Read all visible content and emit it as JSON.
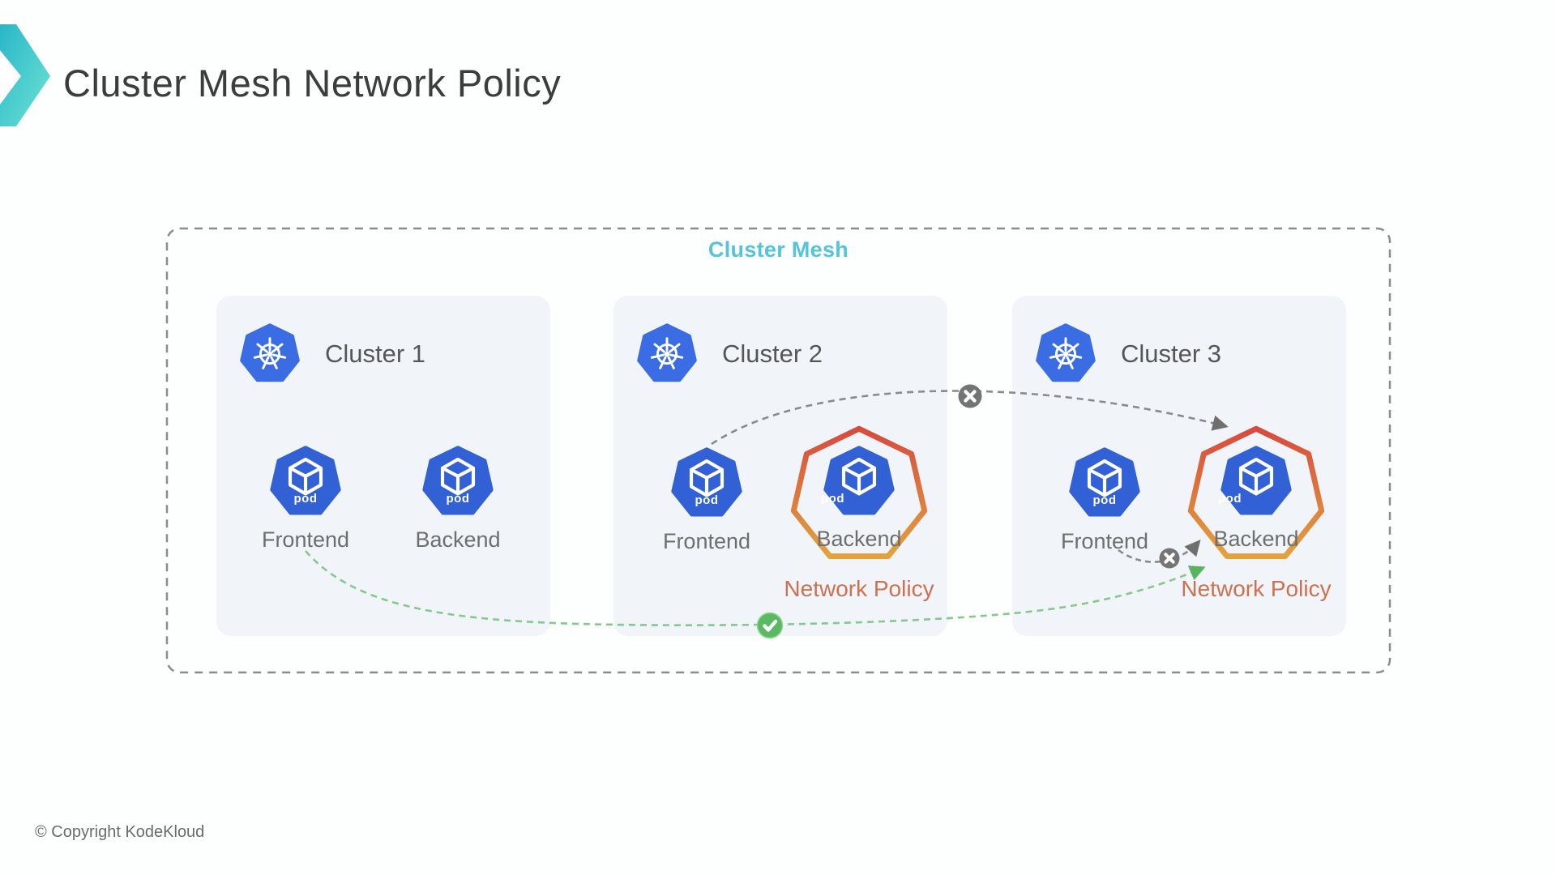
{
  "header": {
    "title": "Cluster Mesh Network Policy"
  },
  "mesh": {
    "label": "Cluster Mesh"
  },
  "pod_badge": "pod",
  "clusters": [
    {
      "name": "Cluster 1",
      "pods": [
        {
          "label": "Frontend"
        },
        {
          "label": "Backend"
        }
      ],
      "network_policy_label": ""
    },
    {
      "name": "Cluster 2",
      "pods": [
        {
          "label": "Frontend"
        },
        {
          "label": "Backend"
        }
      ],
      "network_policy_label": "Network Policy"
    },
    {
      "name": "Cluster 3",
      "pods": [
        {
          "label": "Frontend"
        },
        {
          "label": "Backend"
        }
      ],
      "network_policy_label": "Network Policy"
    }
  ],
  "connections": [
    {
      "from": "Cluster 2 Frontend",
      "to": "Cluster 3 Backend",
      "status": "blocked",
      "marker": "x-circle"
    },
    {
      "from": "Cluster 1 Frontend",
      "to": "Cluster 3 Backend",
      "status": "allowed",
      "marker": "check-circle"
    },
    {
      "from": "Cluster 3 Frontend",
      "to": "Cluster 3 Backend",
      "status": "blocked",
      "marker": "x-circle"
    }
  ],
  "footer": {
    "copyright": "© Copyright KodeKloud"
  },
  "colors": {
    "kubernetes_blue": "#3a6ce3",
    "pod_blue": "#3161d4",
    "card_background": "#f1f5f9",
    "mesh_teal": "#54c4d8",
    "network_policy_text": "#cd7150",
    "network_policy_gradient_top": "#d84a3e",
    "network_policy_gradient_bottom": "#e2a23e",
    "blocked_gray": "#8a8a8a",
    "allowed_green": "#5cb963",
    "logo_teal_dark": "#29b6c8",
    "logo_teal_light": "#6fe3d4"
  }
}
